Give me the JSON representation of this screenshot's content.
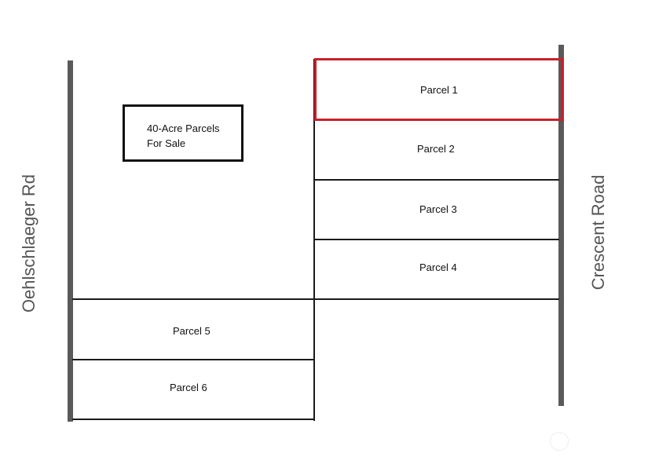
{
  "map": {
    "legend": {
      "line1": "40-Acre Parcels",
      "line2": "For Sale"
    },
    "roads": {
      "west": "Oehlschlaeger Rd",
      "east": "Crescent Road"
    },
    "parcels": [
      {
        "label": "Parcel 1",
        "highlighted": true
      },
      {
        "label": "Parcel 2",
        "highlighted": false
      },
      {
        "label": "Parcel 3",
        "highlighted": false
      },
      {
        "label": "Parcel 4",
        "highlighted": false
      },
      {
        "label": "Parcel 5",
        "highlighted": false
      },
      {
        "label": "Parcel 6",
        "highlighted": false
      }
    ],
    "colors": {
      "road": "#5a5a5a",
      "boundary": "#1a1a1a",
      "highlight": "#c8202a"
    }
  }
}
